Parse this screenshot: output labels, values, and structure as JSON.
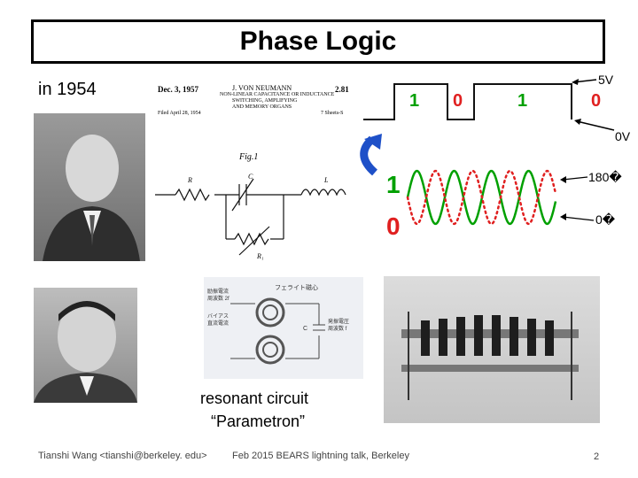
{
  "slide": {
    "title": "Phase Logic",
    "year_label": "in 1954",
    "caption_line1": "resonant circuit",
    "caption_line2": "“Parametron”",
    "page_number": "2"
  },
  "patent": {
    "date": "Dec. 3, 1957",
    "inventor": "J. VON NEUMANN",
    "number": "2.81",
    "desc1": "NON-LINEAR CAPACITANCE OR INDUCTANCE",
    "desc2": "SWITCHING, AMPLIFYING",
    "desc3": "AND MEMORY ORGANS",
    "filed": "Filed April 28, 1954",
    "sheets": "7 Sheets-S",
    "fig_label": "Fig.1",
    "r_label": "R",
    "c_label": "C",
    "l_label": "L",
    "r1_label": "R₁"
  },
  "digital_wave": {
    "bits": [
      "1",
      "0",
      "1",
      "0"
    ],
    "high_label": "5V",
    "low_label": "0V",
    "bit_colors": [
      "#00a000",
      "#e02020",
      "#00a000",
      "#e02020"
    ]
  },
  "phase_wave": {
    "one_label": "1",
    "zero_label": "0",
    "deg180_label": "180�",
    "deg0_label": "0�",
    "green": "#00a000",
    "red": "#e02020"
  },
  "parametron_diagram": {
    "label_top": "フェライト磁心",
    "left1": "励振電流",
    "left2": "周波数 2f",
    "left3": "バイアス",
    "left4": "直流電流",
    "right1": "発振電圧",
    "right2": "周波数 f",
    "c_label": "C"
  },
  "footer": {
    "author": "Tianshi Wang <tianshi@berkeley. edu>",
    "event": "Feb 2015  BEARS lightning talk, Berkeley"
  },
  "colors": {
    "accent_blue": "#1e50c8",
    "green": "#00a000",
    "red": "#e02020"
  }
}
